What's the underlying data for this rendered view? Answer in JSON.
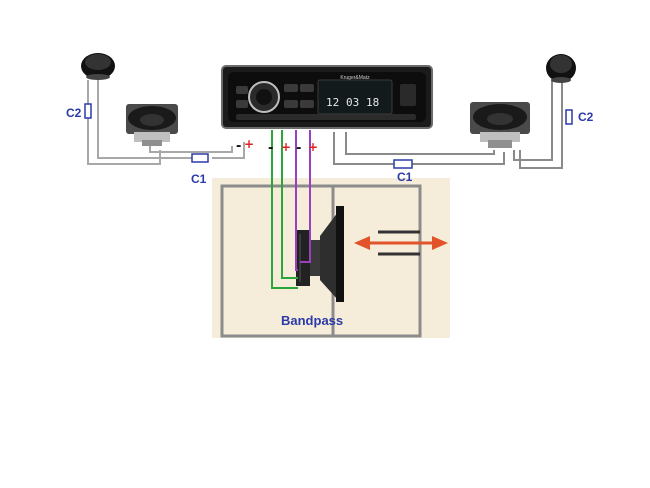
{
  "labels": {
    "c2_left": "C2",
    "c2_right": "C2",
    "c1_left": "C1",
    "c1_right": "C1",
    "enclosure": "Bandpass"
  },
  "head_unit": {
    "brand": "Kruger&Matz",
    "display_time": "12 03 18",
    "display_chars": [
      "12",
      "03",
      "18"
    ]
  },
  "terminals": {
    "minus": "-",
    "plus": "+"
  },
  "colors": {
    "wire_gray": "#a8a8a8",
    "wire_dark": "#555555",
    "wire_green": "#2aa63a",
    "wire_purple": "#9a3fbf",
    "terminal_plus": "#e02020",
    "terminal_minus": "#111111",
    "box_fill": "#f5edd9",
    "box_border": "#8c8c8c",
    "label_blue": "#2b3aa8",
    "arrow_orange": "#e2532a"
  }
}
